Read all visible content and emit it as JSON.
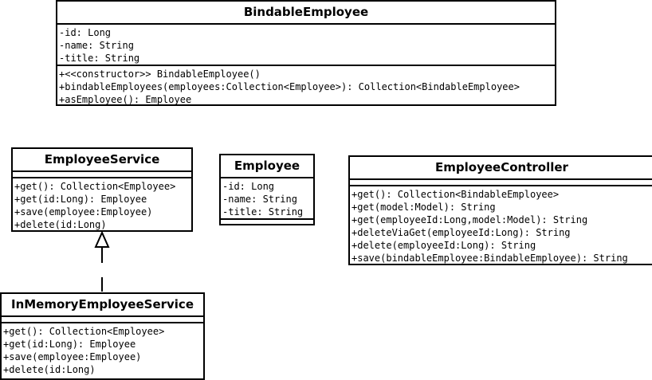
{
  "classes": {
    "bindable_employee": {
      "name": "BindableEmployee",
      "attributes": [
        "-id: Long",
        "-name: String",
        "-title: String"
      ],
      "operations": [
        "+<<constructor>> BindableEmployee()",
        "+bindableEmployees(employees:Collection<Employee>): Collection<BindableEmployee>",
        "+asEmployee(): Employee"
      ]
    },
    "employee_service": {
      "name": "EmployeeService",
      "attributes": [],
      "operations": [
        "+get(): Collection<Employee>",
        "+get(id:Long): Employee",
        "+save(employee:Employee)",
        "+delete(id:Long)"
      ]
    },
    "employee": {
      "name": "Employee",
      "attributes": [
        "-id: Long",
        "-name: String",
        "-title: String"
      ],
      "operations": []
    },
    "employee_controller": {
      "name": "EmployeeController",
      "attributes": [],
      "operations": [
        "+get(): Collection<BindableEmployee>",
        "+get(model:Model): String",
        "+get(employeeId:Long,model:Model): String",
        "+deleteViaGet(employeeId:Long): String",
        "+delete(employeeId:Long): String",
        "+save(bindableEmployee:BindableEmployee): String"
      ]
    },
    "in_memory_employee_service": {
      "name": "InMemoryEmployeeService",
      "attributes": [],
      "operations": [
        "+get(): Collection<Employee>",
        "+get(id:Long): Employee",
        "+save(employee:Employee)",
        "+delete(id:Long)"
      ]
    }
  },
  "relations": [
    {
      "type": "realization",
      "from": "InMemoryEmployeeService",
      "to": "EmployeeService"
    }
  ]
}
